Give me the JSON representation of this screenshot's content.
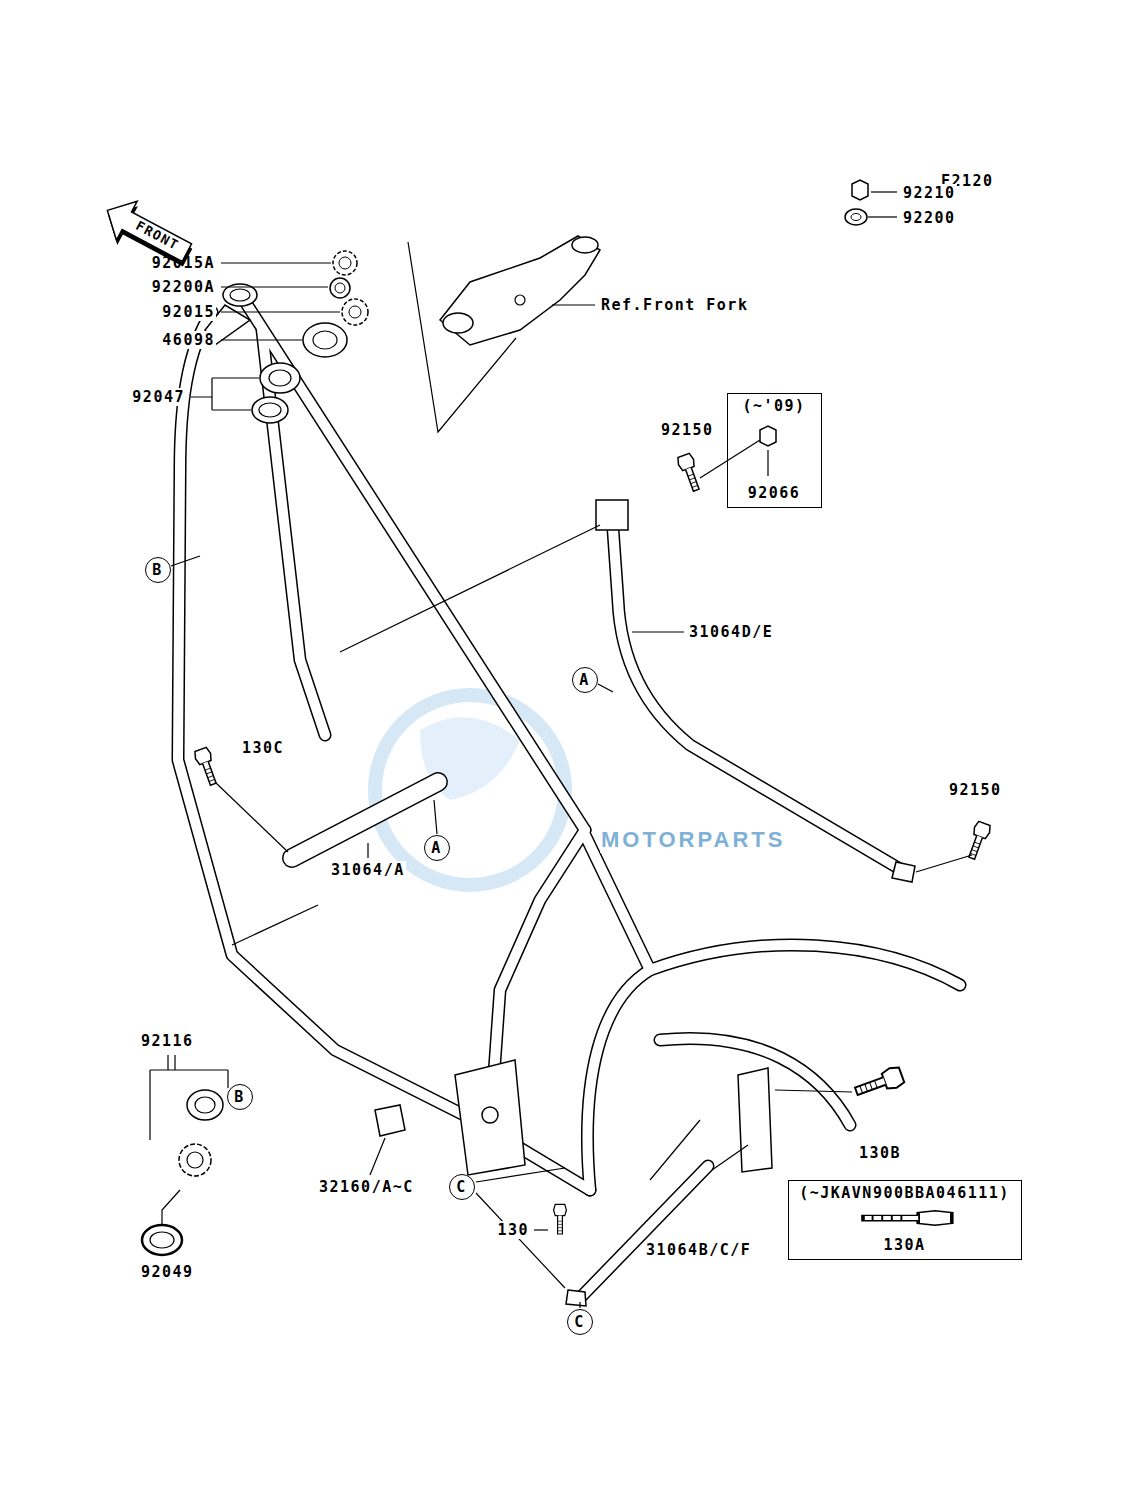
{
  "diagram": {
    "nodes": [
      {
        "text": [
          "FRONT"
        ]
      },
      {
        "text": [
          "(~'09)",
          "92066"
        ]
      },
      {
        "text": [
          "B"
        ]
      },
      {
        "text": [
          "A"
        ]
      },
      {
        "text": [
          "A"
        ]
      },
      {
        "text": [
          "B"
        ]
      },
      {
        "text": [
          "(~JKAVN900BBA046111)",
          "130A"
        ]
      },
      {
        "text": [
          "C"
        ]
      },
      {
        "text": [
          "C"
        ]
      }
    ],
    "labels": [
      "F2120",
      "92210",
      "92200",
      "92015A",
      "92200A",
      "Ref.Front Fork",
      "92015",
      "46098",
      "92047",
      "92150",
      "31064D/E",
      "130C",
      "92150",
      "MOTORPARTS",
      "31064/A",
      "92116",
      "130B",
      "32160/A~C",
      "130",
      "31064B/C/F",
      "92049"
    ]
  }
}
